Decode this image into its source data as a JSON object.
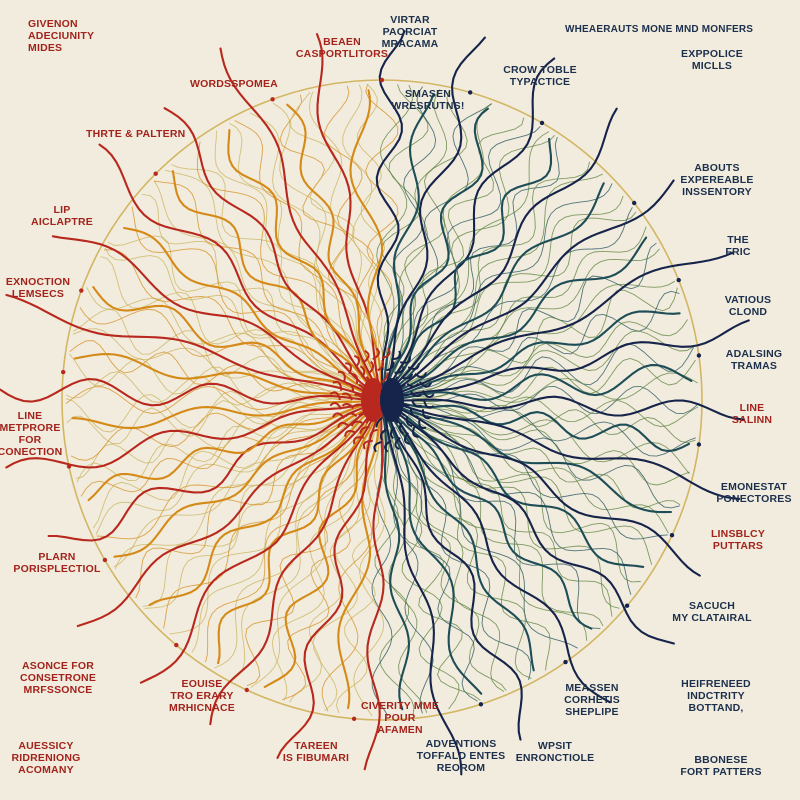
{
  "labels": {
    "l1": "GIVENON\nADECIUNITY\nMIDES",
    "l2": "BEAEN\nCASPORTLITORS",
    "l3": "VIRTAR\nPAORCIAT\nMRACAMA",
    "l4": "WHEAERAUTS MONE MND MONFERS",
    "l5": "WORDSSPOMEA",
    "l6": "CROW TOBLE\nTYPACTICE",
    "l7": "SMASEN\nWRESRUTNS!",
    "l8": "EXPPOLICE\nMICLLS",
    "l9": "THRTE & PALTERN",
    "l10": "ABOUTS\nEXPEREABLE\nINSSENTORY",
    "l11": "LIP\nAICLAPTRE",
    "l12": "THE\nFRIC",
    "l13": "EXNOCTION\nLEMSECS",
    "l14": "VATIOUS\nCLOND",
    "l15": "ADALSING\nTRAMAS",
    "l16": "LINE\nMETPRORE\nFOR\nCONECTION",
    "l17": "LINE\nSALINN",
    "l18": "EMONESTAT\nPONECTORES",
    "l19": "PLARN\nPORISPLECTIOL",
    "l20": "LINSBLCY\nPUTTARS",
    "l21": "SACUCH\nMY CLATAIRAL",
    "l22": "ASONCE FOR\nCONSETRONE\nMRFSSONCE",
    "l23": "EOUISE\nTRO ERARY\nMRHICNACE",
    "l24": "MEASSEN\nCORHETIS\nSHEPLIPE",
    "l25": "HEIFRENEED\nINDCTRITY\nBOTTAND,",
    "l26": "CIVERITY MME\nPOUR\nAFAMEN",
    "l27": "ADVENTIONS\nTOFFALD ENTES\nREOROM",
    "l28": "WPSIT\nENRONCTIOLE",
    "l29": "AUESSICY\nRIDRENIONG\nACOMANY",
    "l30": "TAREEN\nIS FIBUMARI",
    "l31": "BBONESE\nFORT PATTERS"
  },
  "colors": {
    "background": "#f1ecdd",
    "circle": "#d3b663",
    "warm_red": "#b8281e",
    "warm_orange": "#d58a18",
    "warm_olive": "#c9b25a",
    "cool_navy": "#16234a",
    "cool_teal": "#1e4d57",
    "cool_green": "#5a7f3b",
    "label_warm": "#a3231c",
    "label_cool": "#1c2f4d"
  }
}
